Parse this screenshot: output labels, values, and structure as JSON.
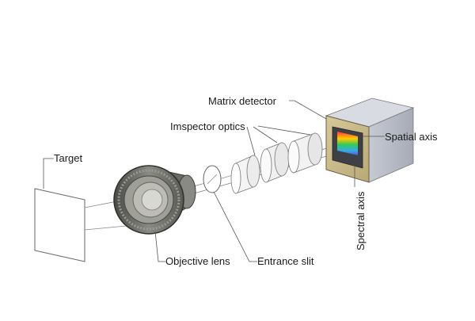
{
  "labels": {
    "target": "Target",
    "matrix_detector": "Matrix detector",
    "imspector_optics": "Imspector optics",
    "spatial_axis": "Spatial axis",
    "spectral_axis": "Spectral axis",
    "objective_lens": "Objective lens",
    "entrance_slit": "Entrance slit"
  },
  "colors": {
    "line": "#555555",
    "lens_body": "#6b6b66",
    "detector_front": "#c8b88c",
    "detector_side": "#b8bcc6",
    "spectrum": [
      "#ff3b30",
      "#ffcc00",
      "#34c759",
      "#32ade6",
      "#5856d6"
    ]
  }
}
